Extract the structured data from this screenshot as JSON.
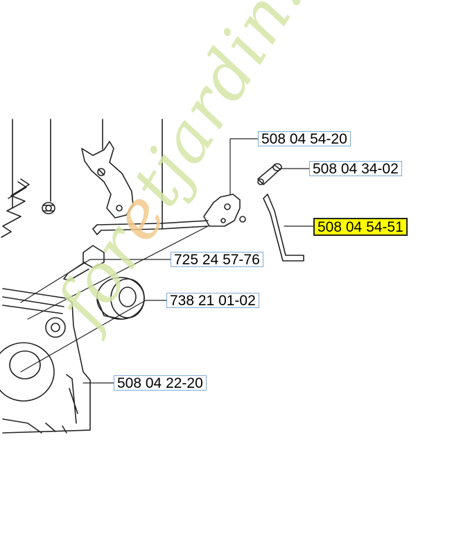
{
  "parts": {
    "p1": "508 04 54-20",
    "p2": "508 04 34-02",
    "p3": "508 04 54-51",
    "p4": "725 24 57-76",
    "p5": "738 21 01-02",
    "p6": "508 04 22-20"
  },
  "selected_part": "508 04 54-51",
  "watermark": {
    "before": "for",
    "accent": "e",
    "after": "tjardin.com"
  },
  "colors": {
    "highlight": "#ffff00",
    "label_border": "#7fa9d6",
    "watermark": "#d5e6a8",
    "watermark_accent": "#f3c98c"
  }
}
